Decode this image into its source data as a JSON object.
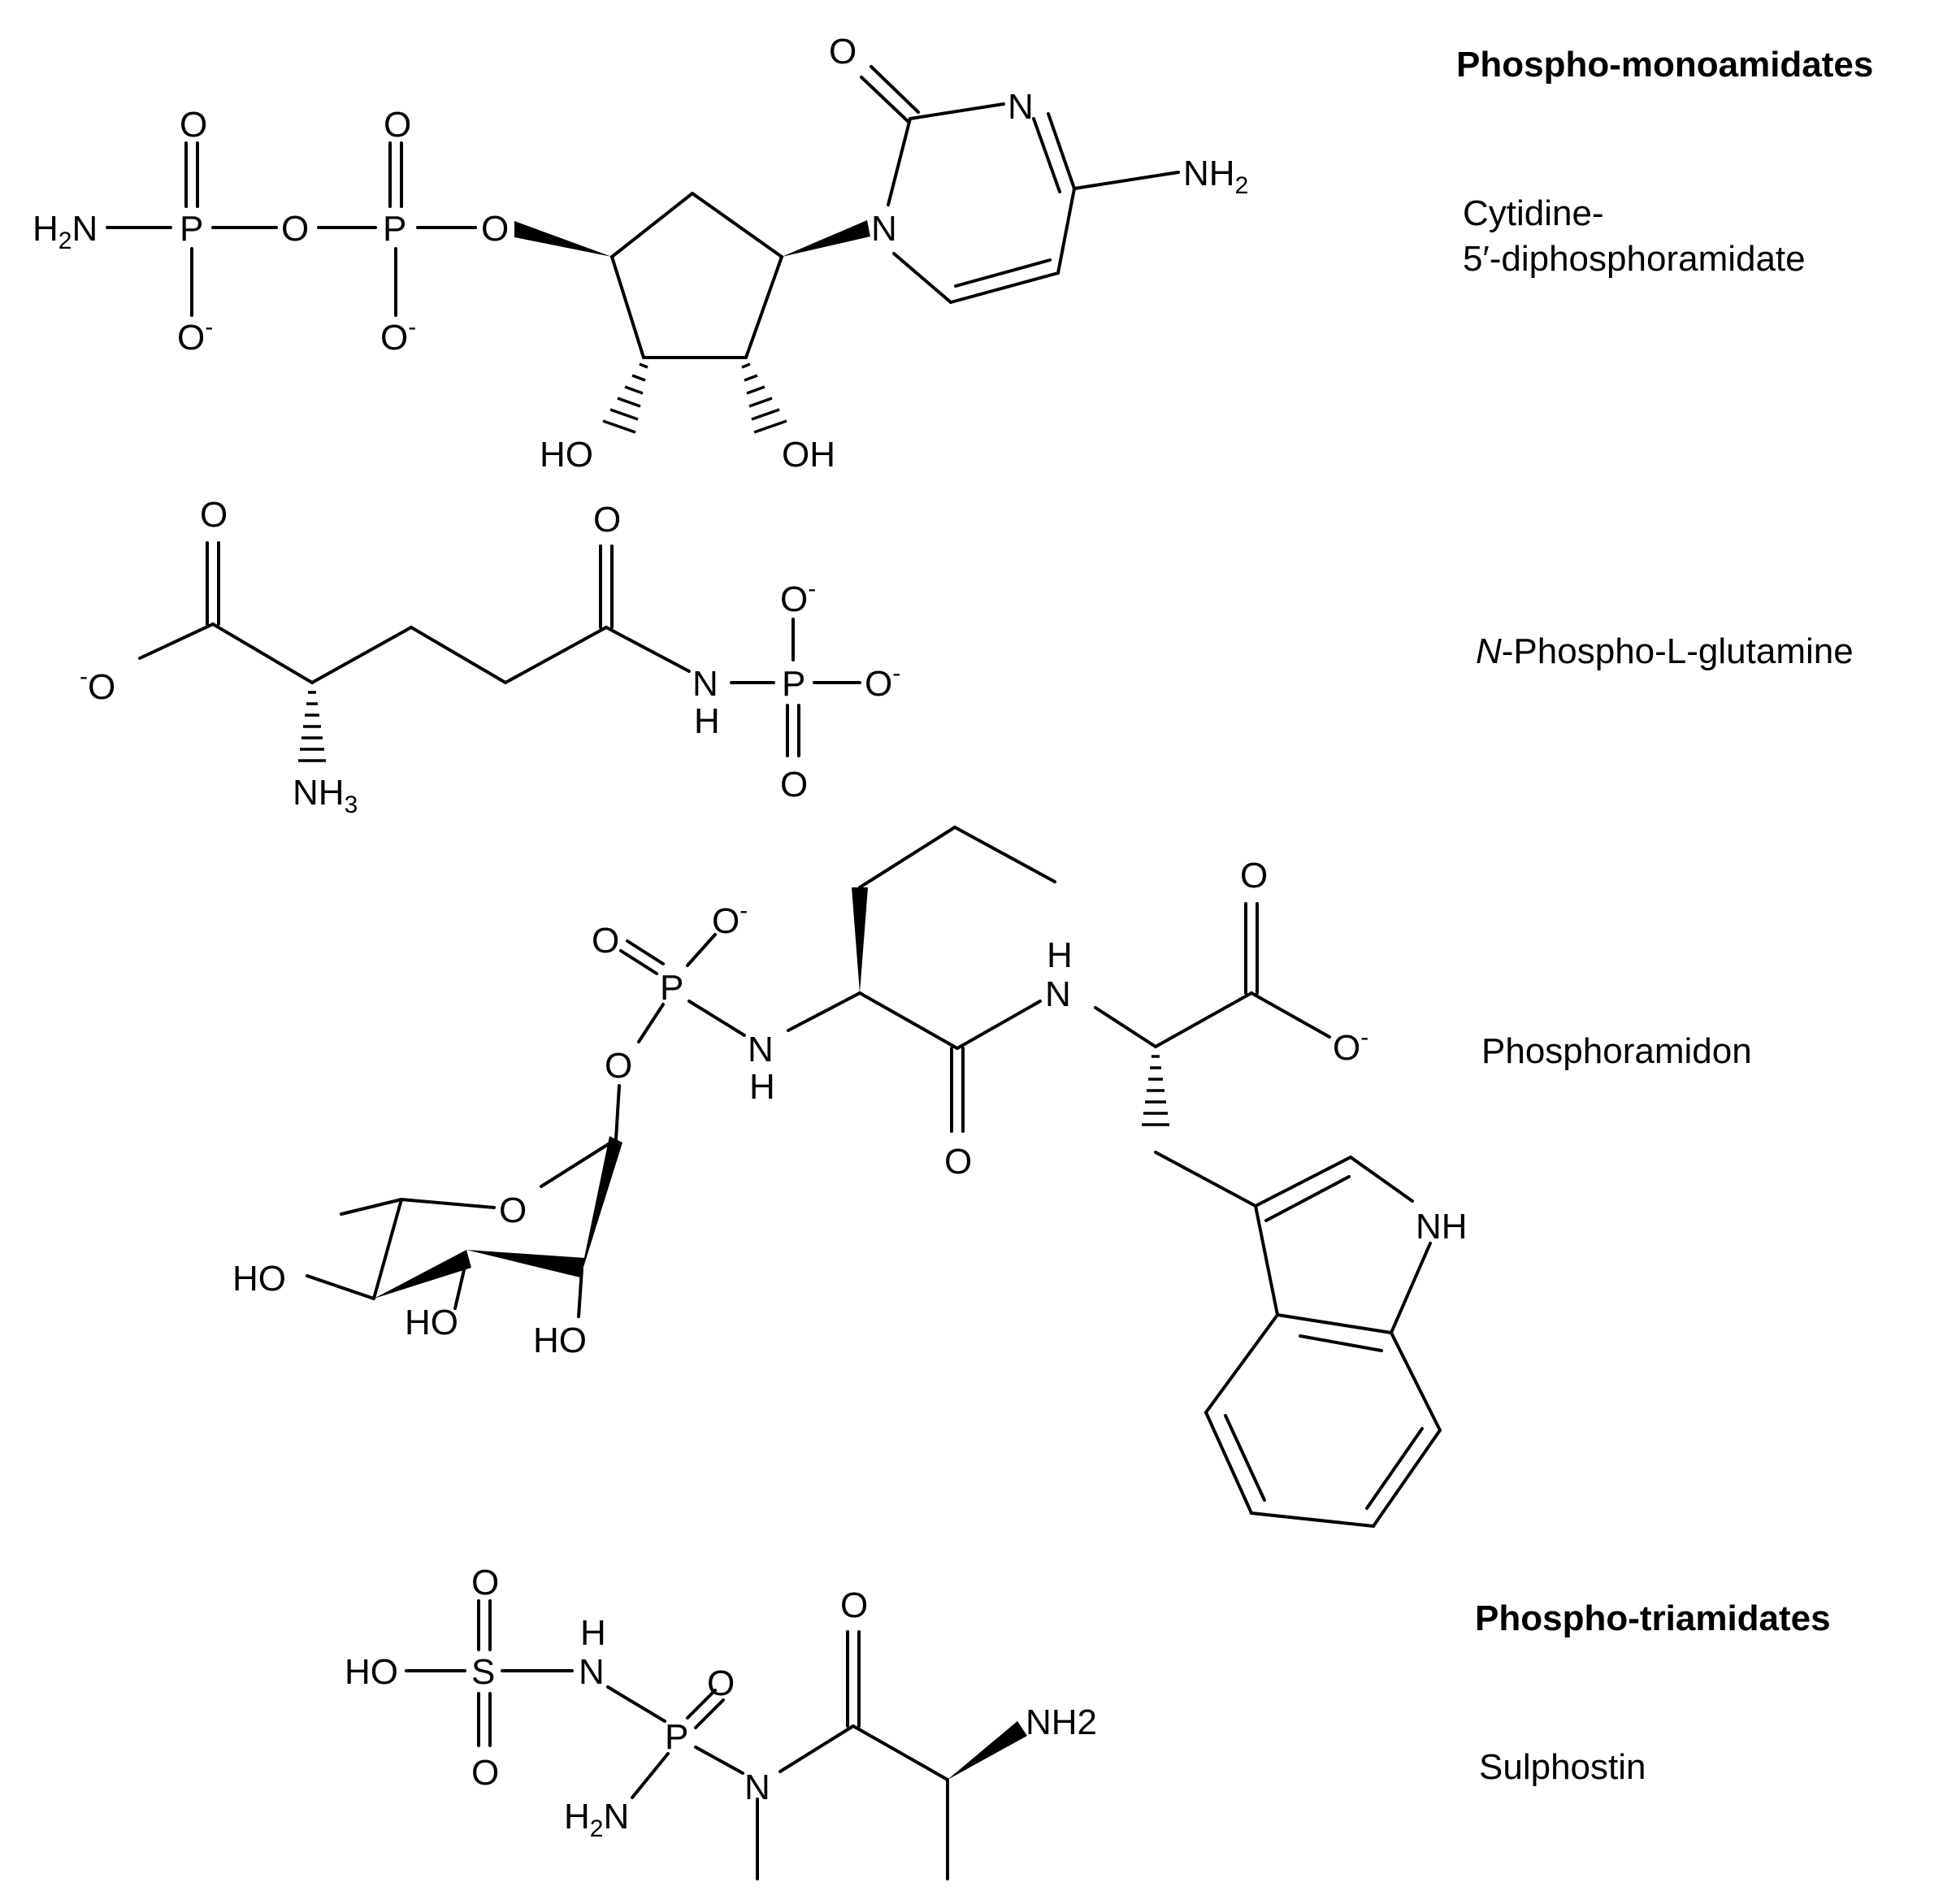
{
  "headings": {
    "monoamidates": "Phospho-monoamidates",
    "triamidates": "Phospho-triamidates"
  },
  "captions": {
    "cdp_line1": "Cytidine-",
    "cdp_line2": "5′-diphosphoramidate",
    "nphos_prefix": "N",
    "nphos_rest": "-Phospho-L-glutamine",
    "phosphoramidon": "Phosphoramidon",
    "sulphostin": "Sulphostin"
  },
  "atoms": {
    "O": "O",
    "N": "N",
    "P": "P",
    "S": "S",
    "H": "H",
    "NH": "NH",
    "HO": "HO",
    "OH": "OH",
    "H2N_main": "H",
    "H2N_tail": "N",
    "NH2_main": "NH",
    "NH3_main": "NH",
    "NH2_text": "NH2",
    "sub2": "2",
    "sub3": "3",
    "charge_minus": "-"
  }
}
